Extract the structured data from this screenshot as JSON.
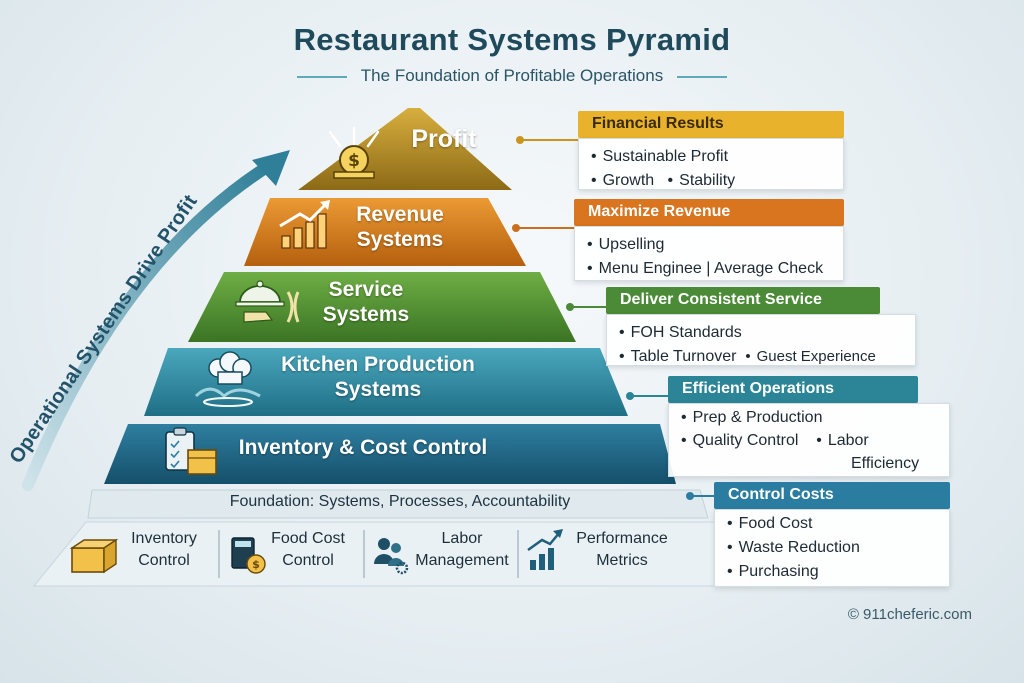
{
  "title": "Restaurant Systems Pyramid",
  "subtitle": "The Foundation of Profitable Operations",
  "side_label": "Operational Systems Drive Profit",
  "tiers": {
    "profit": {
      "label": "Profit",
      "icon": "money-growth-icon",
      "color": "#b58a24"
    },
    "revenue": {
      "line1": "Revenue",
      "line2": "Systems",
      "icon": "bar-chart-up-icon",
      "color": "#d07a1c"
    },
    "service": {
      "line1": "Service",
      "line2": "Systems",
      "icon": "serving-cloche-icon",
      "color": "#4f8f34"
    },
    "kitchen": {
      "line1": "Kitchen Production",
      "line2": "Systems",
      "icon": "chef-hat-icon",
      "color": "#2f8aa0"
    },
    "inventory": {
      "label": "Inventory & Cost Control",
      "icon": "clipboard-box-icon",
      "color": "#1f6585"
    }
  },
  "foundation": "Foundation: Systems, Processes, Accountability",
  "base_items": [
    {
      "line1": "Inventory",
      "line2": "Control",
      "icon": "box-icon"
    },
    {
      "line1": "Food Cost",
      "line2": "Control",
      "icon": "calculator-coin-icon"
    },
    {
      "line1": "Labor",
      "line2": "Management",
      "icon": "people-gear-icon"
    },
    {
      "line1": "Performance",
      "line2": "Metrics",
      "icon": "growth-chart-icon"
    }
  ],
  "callouts": {
    "financial": {
      "head": "Financial Results",
      "color": "#e8b22c",
      "items": [
        "Sustainable Profit",
        "Growth",
        "Stability"
      ]
    },
    "revenue": {
      "head": "Maximize Revenue",
      "color": "#d9741f",
      "items": [
        "Upselling",
        "Menu Enginee | Average Check"
      ]
    },
    "service": {
      "head": "Deliver Consistent Service",
      "color": "#4b8a36",
      "items": [
        "FOH Standards",
        "Table Turnover",
        "Guest Experience"
      ]
    },
    "efficient": {
      "head": "Efficient Operations",
      "color": "#2b8596",
      "items": [
        "Prep & Production",
        "Quality Control",
        "Labor",
        "Efficiency"
      ]
    },
    "control": {
      "head": "Control Costs",
      "color": "#2a7da0",
      "items": [
        "Food Cost",
        "Waste Reduction",
        "Purchasing"
      ]
    }
  },
  "credit": "© 911cheferic.com"
}
